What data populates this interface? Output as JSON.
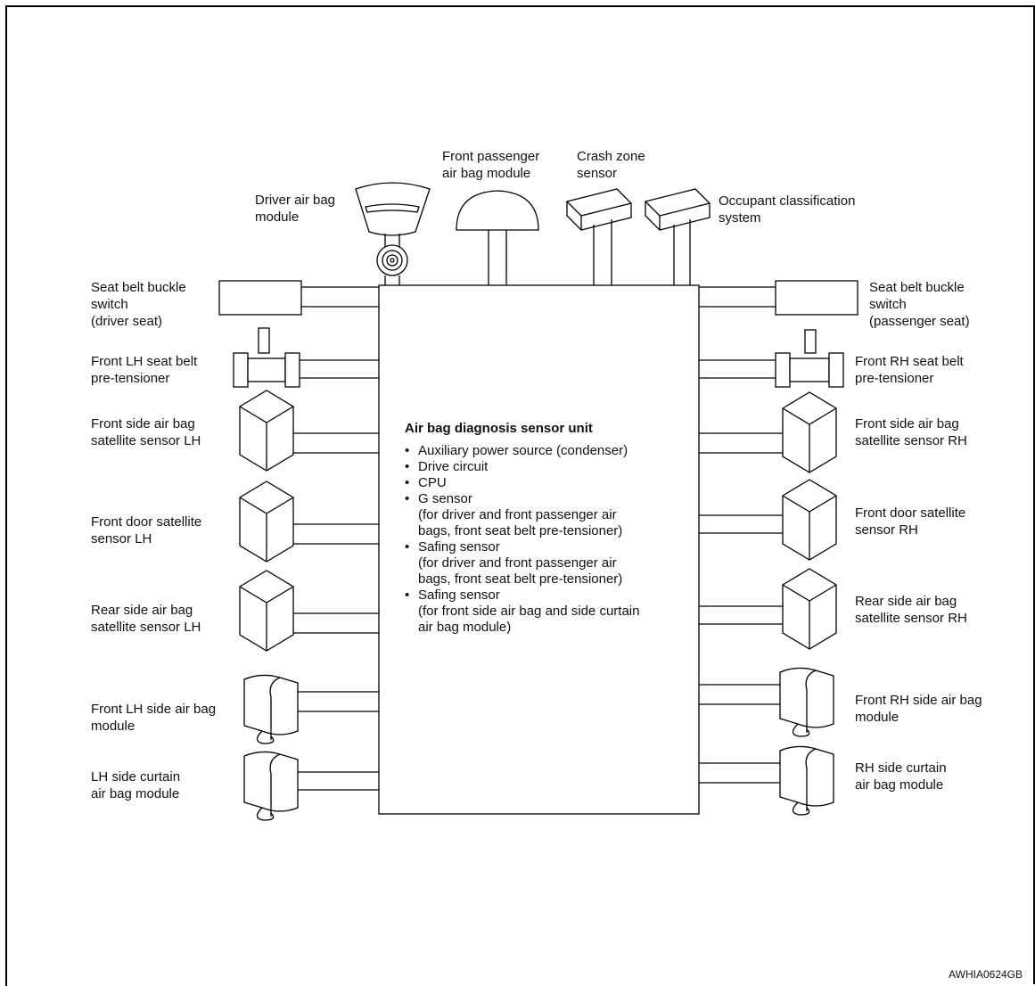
{
  "labels": {
    "driver_airbag": "Driver air bag\nmodule",
    "front_passenger_airbag": "Front passenger\nair bag module",
    "crash_zone_sensor": "Crash zone\nsensor",
    "occupant_classification": "Occupant classification\nsystem",
    "seat_belt_buckle_driver": "Seat belt buckle\nswitch\n(driver seat)",
    "seat_belt_buckle_passenger": "Seat belt buckle\nswitch\n(passenger seat)",
    "front_lh_pretensioner": "Front LH seat belt\npre-tensioner",
    "front_rh_pretensioner": "Front RH seat belt\npre-tensioner",
    "front_side_satellite_lh": "Front side air bag\nsatellite sensor LH",
    "front_side_satellite_rh": "Front side air bag\nsatellite sensor RH",
    "front_door_satellite_lh": "Front door satellite\nsensor LH",
    "front_door_satellite_rh": "Front door satellite\nsensor RH",
    "rear_side_satellite_lh": "Rear side air bag\nsatellite sensor LH",
    "rear_side_satellite_rh": "Rear side air bag\nsatellite sensor RH",
    "front_lh_side_airbag": "Front LH side air bag\nmodule",
    "front_rh_side_airbag": "Front RH side air bag\nmodule",
    "lh_side_curtain": "LH side curtain\nair bag module",
    "rh_side_curtain": "RH side curtain\nair bag module"
  },
  "sensor_unit": {
    "title": "Air bag diagnosis sensor unit",
    "items": [
      "Auxiliary power source (condenser)",
      "Drive circuit",
      "CPU",
      "G sensor\n(for driver and front passenger air\nbags, front seat belt pre-tensioner)",
      "Safing sensor\n(for driver and front passenger air\nbags, front seat belt pre-tensioner)",
      "Safing sensor\n(for front side air bag and side curtain\nair bag module)"
    ]
  },
  "figure_code": "AWHIA0624GB"
}
